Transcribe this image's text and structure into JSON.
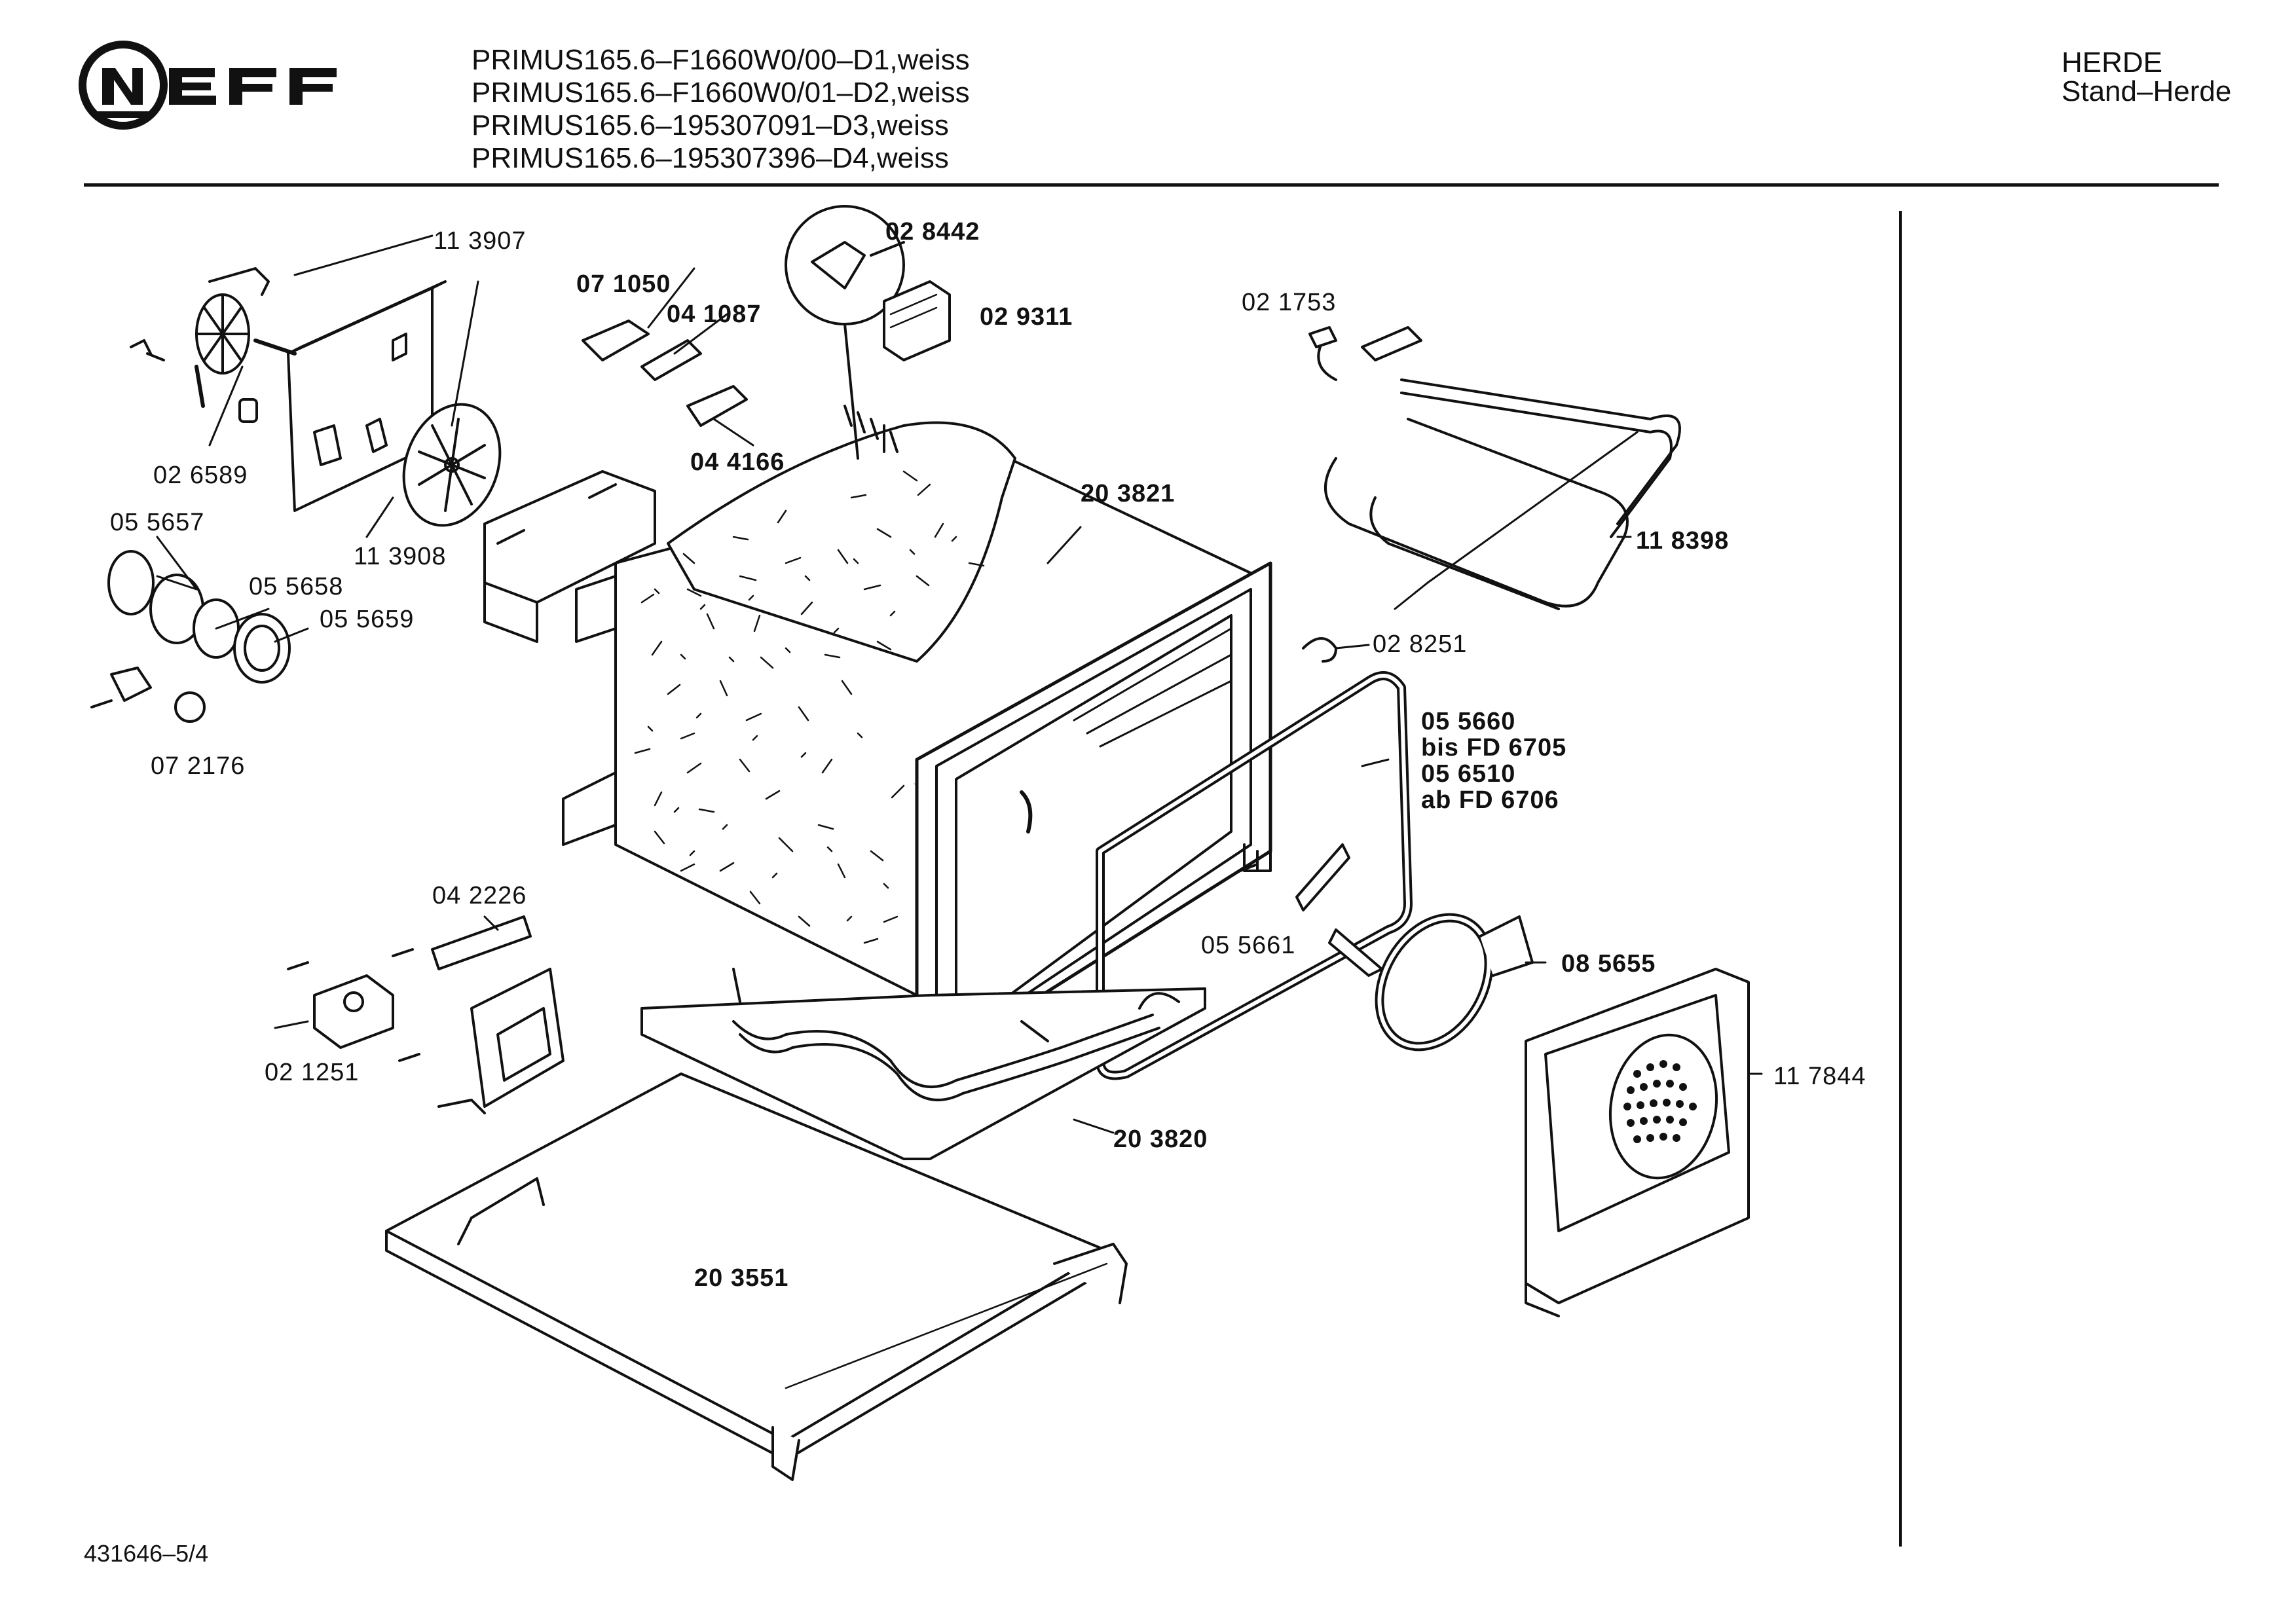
{
  "brand": {
    "logo_text": "NEFF"
  },
  "header": {
    "models": [
      "PRIMUS165.6–F1660W0/00–D1,weiss",
      "PRIMUS165.6–F1660W0/01–D2,weiss",
      "PRIMUS165.6–195307091–D3,weiss",
      "PRIMUS165.6–195307396–D4,weiss"
    ],
    "category": [
      "HERDE",
      "Stand–Herde"
    ]
  },
  "parts": {
    "p113907": "11 3907",
    "p026589": "02 6589",
    "p113908": "11 3908",
    "p055657": "05 5657",
    "p055658": "05 5658",
    "p055659": "05 5659",
    "p072176": "07 2176",
    "p071050": "07 1050",
    "p041087": "04 1087",
    "p044166": "04 4166",
    "p028442": "02 8442",
    "p029311": "02 9311",
    "p203821": "20 3821",
    "p021753": "02 1753",
    "p118398": "11 8398",
    "p028251": "02 8251",
    "p055660": "05 5660",
    "bisfd": "bis FD 6705",
    "p056510": "05 6510",
    "abfd": "ab FD 6706",
    "p042226": "04 2226",
    "p021251": "02 1251",
    "p055661": "05 5661",
    "p085655": "08 5655",
    "p117844": "11 7844",
    "p203820": "20 3820",
    "p203551": "20 3551"
  },
  "footer": {
    "doc_id": "431646–5/4"
  },
  "colors": {
    "ink": "#111111",
    "paper": "#ffffff"
  }
}
